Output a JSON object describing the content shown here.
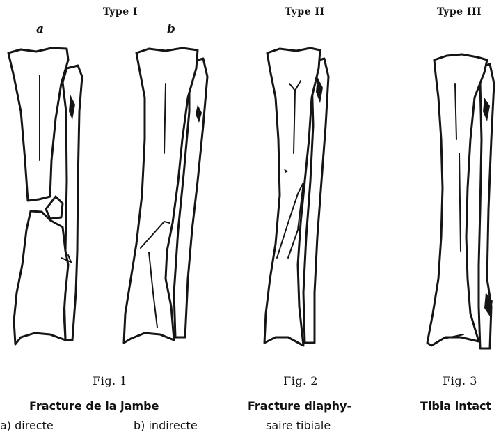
{
  "headings": {
    "type1": "Type I",
    "type2": "Type II",
    "type3": "Type III"
  },
  "sublabels": {
    "a": "a",
    "b": "b"
  },
  "figures": {
    "fig1": {
      "label": "Fig. 1",
      "caption": "Fracture de la jambe",
      "sub_a": "a) directe",
      "sub_b": "b) indirecte"
    },
    "fig2": {
      "label": "Fig. 2",
      "caption_line1": "Fracture diaphy-",
      "caption_line2": "saire tibiale"
    },
    "fig3": {
      "label": "Fig. 3",
      "caption": "Tibia intact"
    }
  }
}
